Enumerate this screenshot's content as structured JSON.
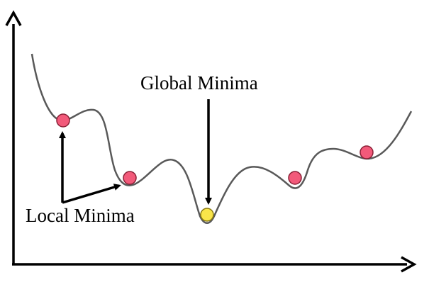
{
  "labels": {
    "global_minima": "Global Minima",
    "local_minima": "Local Minima"
  },
  "colors": {
    "axis": "#000000",
    "curve": "#595959",
    "local_marker_fill": "#f25a7a",
    "local_marker_stroke": "#8a2036",
    "global_marker_fill": "#f9e54a",
    "global_marker_stroke": "#8a7a10",
    "arrow": "#000000"
  },
  "markers": [
    {
      "name": "local-minimum-1",
      "kind": "local"
    },
    {
      "name": "local-minimum-2",
      "kind": "local"
    },
    {
      "name": "global-minimum",
      "kind": "global"
    },
    {
      "name": "local-minimum-3",
      "kind": "local"
    },
    {
      "name": "local-minimum-4",
      "kind": "local"
    }
  ]
}
